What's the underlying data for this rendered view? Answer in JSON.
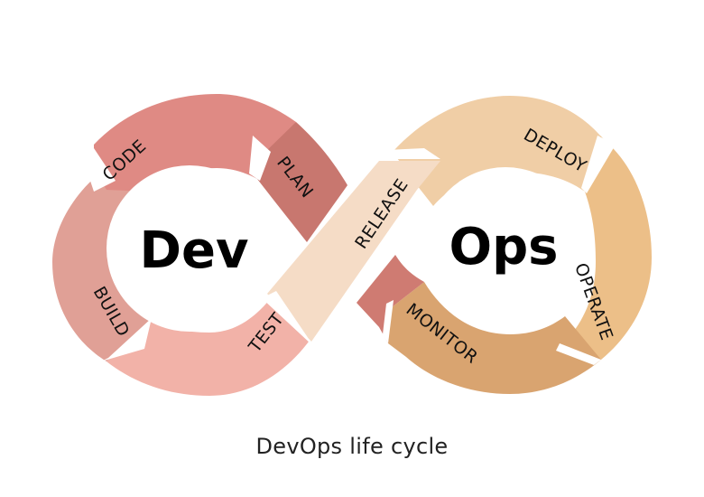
{
  "diagram": {
    "center_left": "Dev",
    "center_right": "Ops",
    "caption": "DevOps life cycle",
    "stages": {
      "plan": "PLAN",
      "code": "CODE",
      "build": "BUILD",
      "test": "TEST",
      "release": "RELEASE",
      "deploy": "DEPLOY",
      "operate": "OPERATE",
      "monitor": "MONITOR"
    },
    "colors": {
      "plan": "#c8776f",
      "code": "#df8a84",
      "build": "#e0a096",
      "test": "#f2b2a8",
      "release": "#f5dcc6",
      "deploy": "#f0cea6",
      "operate": "#ecbf88",
      "monitor": "#d9a470",
      "monitor_tail": "#cf7b72"
    }
  }
}
